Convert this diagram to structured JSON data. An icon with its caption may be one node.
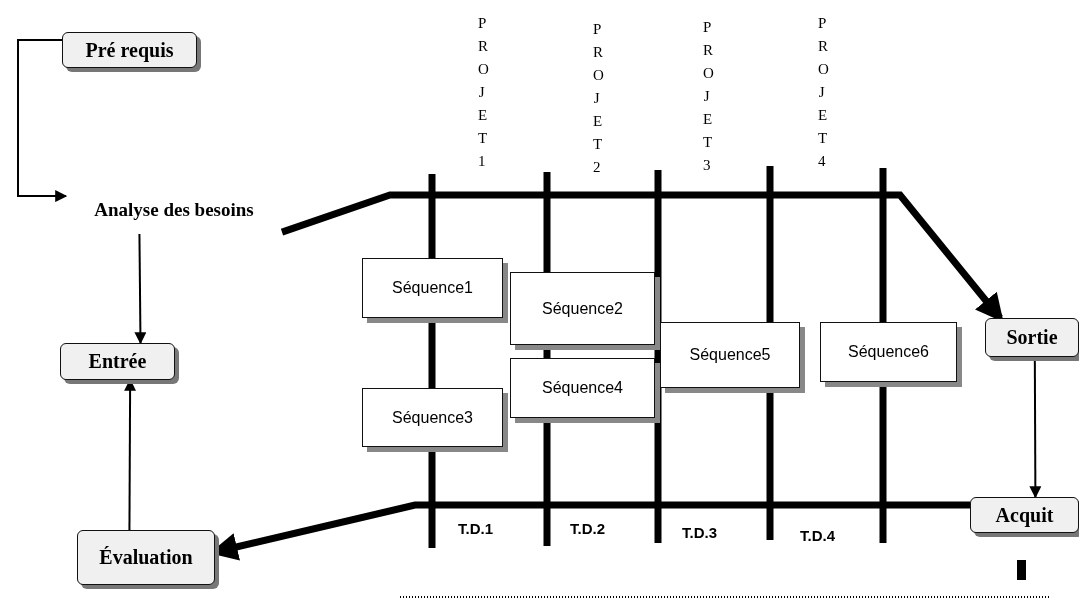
{
  "diagram": {
    "nodes": [
      {
        "text": [
          "Pré requis"
        ]
      },
      {
        "text": [
          "Analyse des besoins"
        ]
      },
      {
        "text": [
          "Entrée"
        ]
      },
      {
        "text": [
          "Évaluation"
        ]
      },
      {
        "text": [
          "Séquence1"
        ]
      },
      {
        "text": [
          "Séquence2"
        ]
      },
      {
        "text": [
          "Séquence3"
        ]
      },
      {
        "text": [
          "Séquence4"
        ]
      },
      {
        "text": [
          "Séquence5"
        ]
      },
      {
        "text": [
          "Séquence6"
        ]
      },
      {
        "text": [
          "Sortie"
        ]
      },
      {
        "text": [
          "Acquit"
        ]
      }
    ],
    "edges": [
      {
        "from": 0,
        "to": 1,
        "arrow": "to"
      },
      {
        "from": 1,
        "to": 2,
        "arrow": "to"
      },
      {
        "from": 3,
        "to": 2,
        "arrow": "to"
      },
      {
        "from": 1,
        "to": 10,
        "arrow": "to",
        "style": "thick"
      },
      {
        "from": 10,
        "to": 11,
        "arrow": "to"
      },
      {
        "from": 11,
        "to": 3,
        "arrow": "to",
        "style": "thick"
      }
    ],
    "labels": [
      "P R O J E T 1",
      "P R O J E T 2",
      "P R O J E T 3",
      "P R O J E T 4",
      "T.D.1",
      "T.D.2",
      "T.D.3",
      "T.D.4"
    ]
  }
}
